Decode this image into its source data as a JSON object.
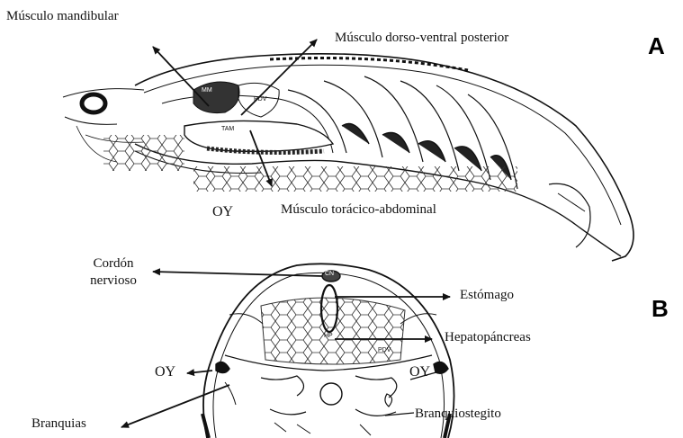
{
  "panels": {
    "a": "A",
    "b": "B"
  },
  "top_labels": {
    "mandibular": "Músculo mandibular",
    "dorso_ventral": "Músculo dorso-ventral posterior",
    "toracico": "Músculo torácico-abdominal",
    "oy": "OY"
  },
  "inner_labels_top": {
    "mm": "MM",
    "pdv": "PDV",
    "tam": "TAM"
  },
  "bottom_labels": {
    "cordon_line1": "Cordón",
    "cordon_line2": "nervioso",
    "estomago": "Estómago",
    "hepatopancreas": "Hepatopáncreas",
    "oy_left": "OY",
    "oy_right": "OY",
    "branquias": "Branquias",
    "branquiostegito": "Branquiostegito"
  },
  "inner_labels_bottom": {
    "cn": "CN",
    "hp": "HP",
    "pdv": "PDV"
  }
}
